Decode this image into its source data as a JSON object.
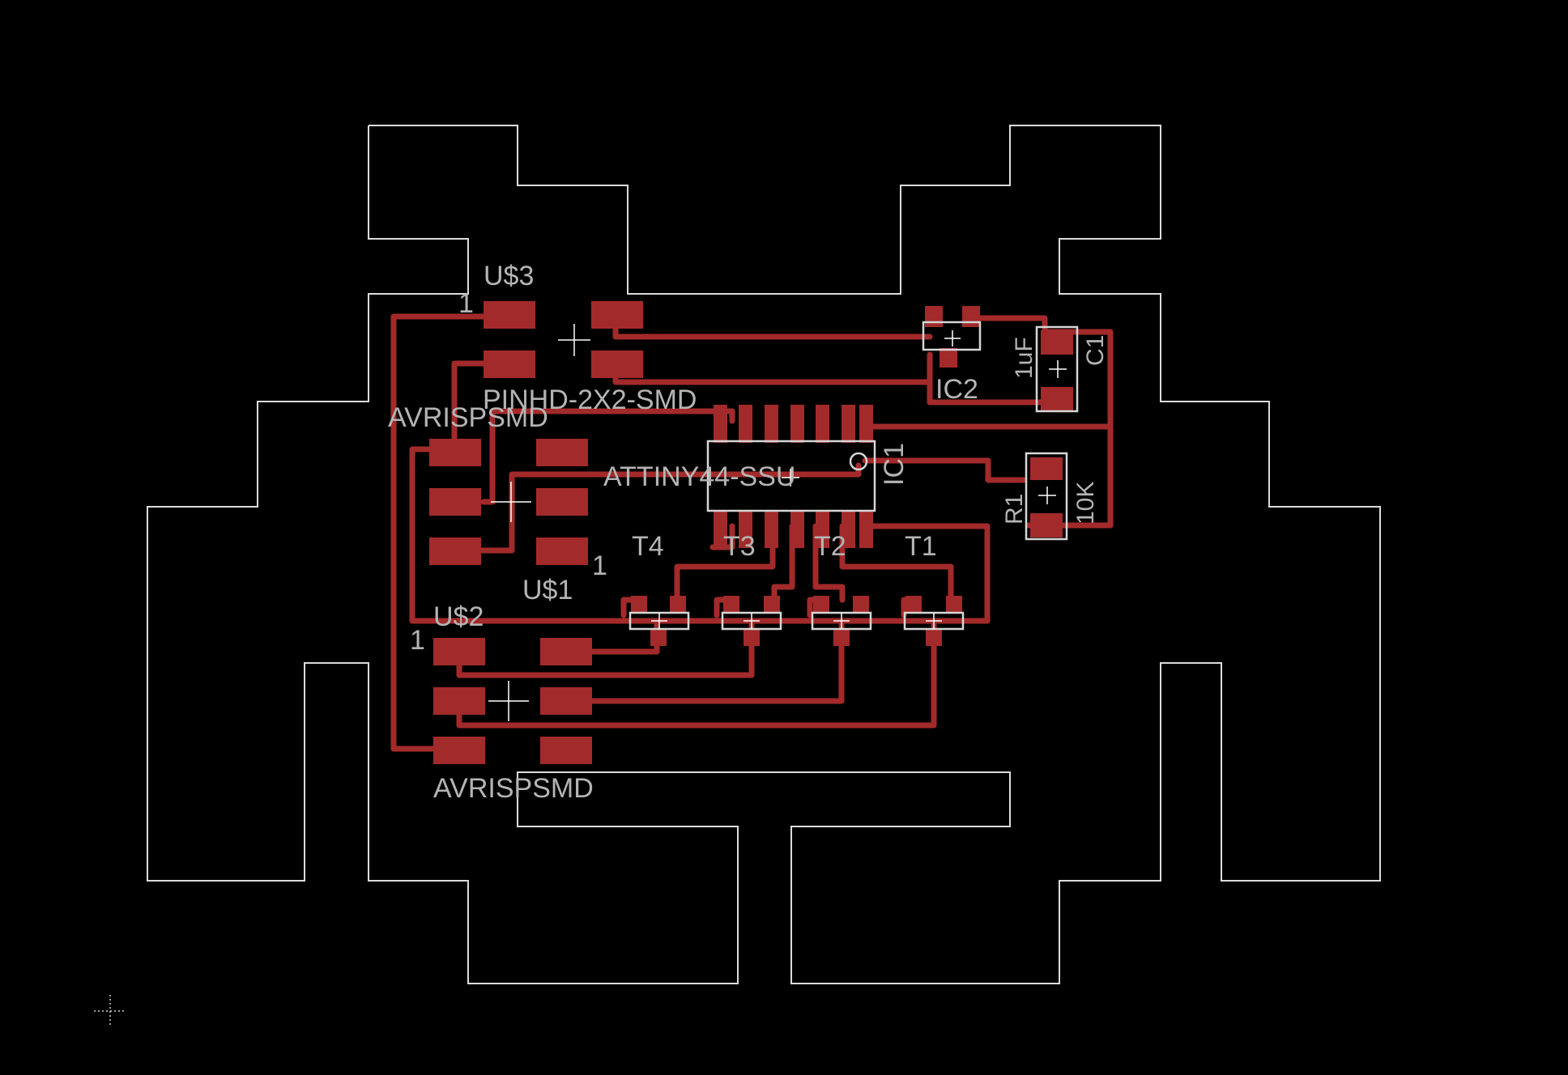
{
  "colors": {
    "background": "#000000",
    "outline": "#dcdcdc",
    "copper": "#a32a2a",
    "label": "#b4b4b4",
    "package": "#d6d6d6"
  },
  "icons": {
    "component_origin": "crosshair-icon",
    "drawing_origin": "dotted-crosshair-icon"
  },
  "labels": {
    "u3_name": "U$3",
    "u3_value": "PINHD-2X2-SMD",
    "u3_pin1": "1",
    "u1_value": "AVRISPSMD",
    "u1_name": "U$1",
    "u1_pin1": "1",
    "u2_name": "U$2",
    "u2_pin1": "1",
    "u2_value": "AVRISPSMD",
    "ic1_value": "ATTINY44-SSU",
    "ic1_name": "IC1",
    "ic2_name": "IC2",
    "c1_value": "1uF",
    "c1_name": "C1",
    "r1_name": "R1",
    "r1_value": "10K",
    "t4": "T4",
    "t3": "T3",
    "t2": "T2",
    "t1": "T1"
  }
}
